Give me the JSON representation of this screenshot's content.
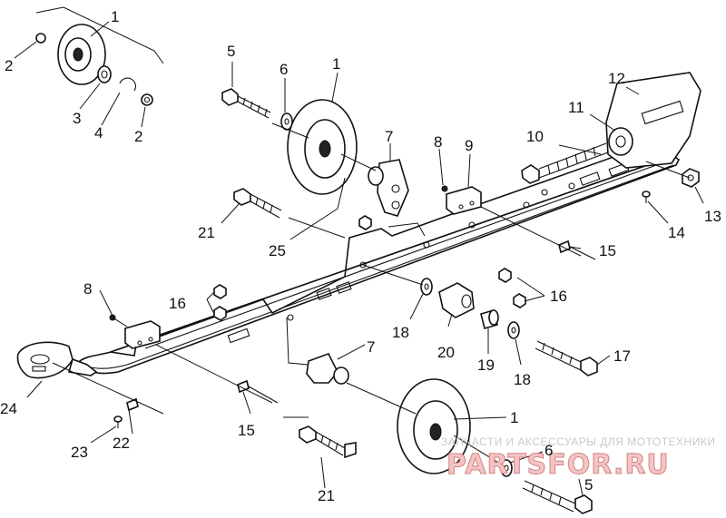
{
  "diagram": {
    "callouts": [
      {
        "id": "c1-top",
        "text": "1"
      },
      {
        "id": "c2-left",
        "text": "2"
      },
      {
        "id": "c3",
        "text": "3"
      },
      {
        "id": "c4",
        "text": "4"
      },
      {
        "id": "c2-right",
        "text": "2"
      },
      {
        "id": "c5-top",
        "text": "5"
      },
      {
        "id": "c6-top",
        "text": "6"
      },
      {
        "id": "c1-mid",
        "text": "1"
      },
      {
        "id": "c7-top",
        "text": "7"
      },
      {
        "id": "c8-top",
        "text": "8"
      },
      {
        "id": "c9",
        "text": "9"
      },
      {
        "id": "c10",
        "text": "10"
      },
      {
        "id": "c11",
        "text": "11"
      },
      {
        "id": "c12",
        "text": "12"
      },
      {
        "id": "c13",
        "text": "13"
      },
      {
        "id": "c14",
        "text": "14"
      },
      {
        "id": "c15-right",
        "text": "15"
      },
      {
        "id": "c16-right",
        "text": "16"
      },
      {
        "id": "c21-top",
        "text": "21"
      },
      {
        "id": "c25",
        "text": "25"
      },
      {
        "id": "c8-left",
        "text": "8"
      },
      {
        "id": "c16-left",
        "text": "16"
      },
      {
        "id": "c18-mid",
        "text": "18"
      },
      {
        "id": "c20",
        "text": "20"
      },
      {
        "id": "c19",
        "text": "19"
      },
      {
        "id": "c18-low",
        "text": "18"
      },
      {
        "id": "c17",
        "text": "17"
      },
      {
        "id": "c7-low",
        "text": "7"
      },
      {
        "id": "c24",
        "text": "24"
      },
      {
        "id": "c15-left",
        "text": "15"
      },
      {
        "id": "c23",
        "text": "23"
      },
      {
        "id": "c22",
        "text": "22"
      },
      {
        "id": "c1-low",
        "text": "1"
      },
      {
        "id": "c6-low",
        "text": "6"
      },
      {
        "id": "c5-low",
        "text": "5"
      },
      {
        "id": "c21-low",
        "text": "21"
      }
    ]
  },
  "watermark": {
    "tagline": "ЗАПЧАСТИ И АКСЕССУАРЫ ДЛЯ МОТОТЕХНИКИ",
    "brand": "PARTSFOR.RU"
  }
}
